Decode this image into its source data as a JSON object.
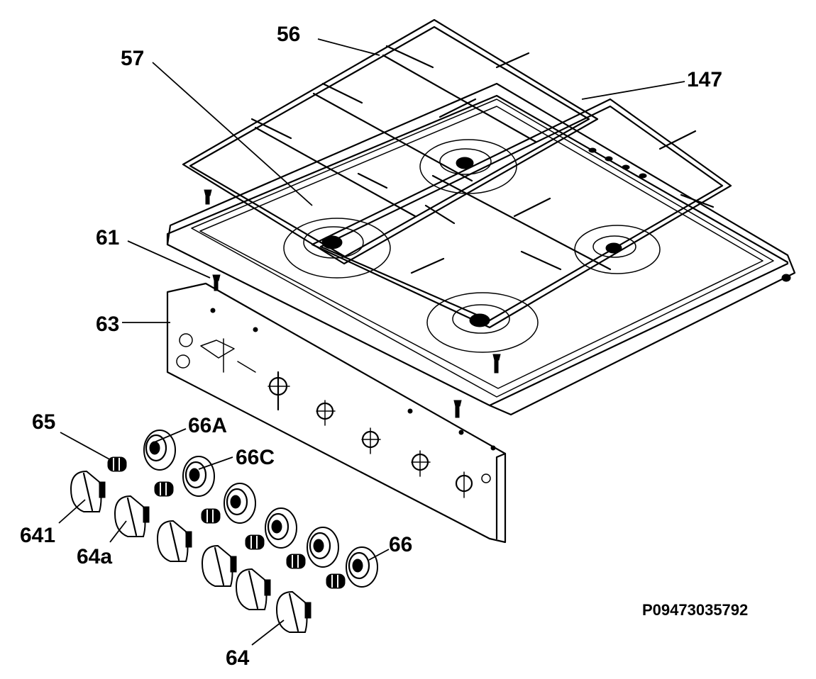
{
  "labels": {
    "p56": "56",
    "p57": "57",
    "p147": "147",
    "p61": "61",
    "p63": "63",
    "p65": "65",
    "p66A": "66A",
    "p66C": "66C",
    "p641": "641",
    "p64a": "64a",
    "p66": "66",
    "p64": "64"
  },
  "drawing_code": "P09473035792",
  "colors": {
    "ink": "#000000",
    "background": "#ffffff"
  }
}
